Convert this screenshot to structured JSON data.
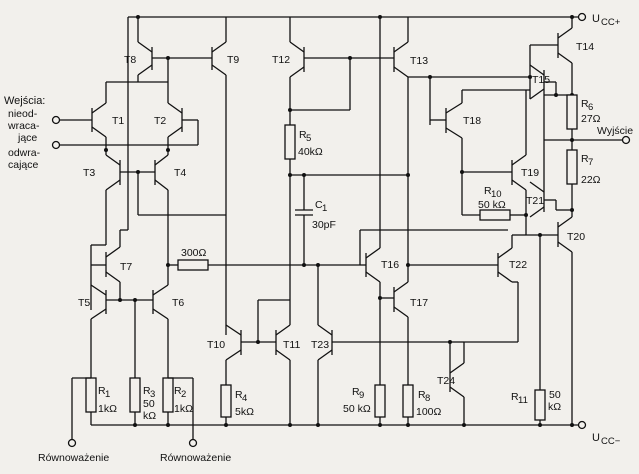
{
  "labels": {
    "vcc_plus": "U",
    "vcc_plus_sub": "CC+",
    "vcc_minus": "U",
    "vcc_minus_sub": "CC−",
    "inputs_title": "Wejścia:",
    "noninv_1": "nieod-",
    "noninv_2": "wraca-",
    "noninv_3": "jące",
    "inv_1": "odwra-",
    "inv_2": "cające",
    "output": "Wyjście",
    "balance_left": "Równoważenie",
    "balance_right": "Równoważenie"
  },
  "transistors": [
    "T1",
    "T2",
    "T3",
    "T4",
    "T5",
    "T6",
    "T7",
    "T8",
    "T9",
    "T10",
    "T11",
    "T12",
    "T13",
    "T14",
    "T15",
    "T16",
    "T17",
    "T18",
    "T19",
    "T20",
    "T21",
    "T22",
    "T23",
    "T24"
  ],
  "components": {
    "R1": {
      "name": "R",
      "sub": "1",
      "value": "1kΩ"
    },
    "R2": {
      "name": "R",
      "sub": "2",
      "value": "1kΩ"
    },
    "R3": {
      "name": "R",
      "sub": "3",
      "value1": "50",
      "value2": "kΩ"
    },
    "R4": {
      "name": "R",
      "sub": "4",
      "value": "5kΩ"
    },
    "R5": {
      "name": "R",
      "sub": "5",
      "value": "40kΩ"
    },
    "R6": {
      "name": "R",
      "sub": "6",
      "value": "27Ω"
    },
    "R7": {
      "name": "R",
      "sub": "7",
      "value": "22Ω"
    },
    "R8": {
      "name": "R",
      "sub": "8",
      "value": "100Ω"
    },
    "R9": {
      "name": "R",
      "sub": "9",
      "value": "50 kΩ"
    },
    "R10": {
      "name": "R",
      "sub": "10",
      "value": "50 kΩ"
    },
    "R11": {
      "name": "R",
      "sub": "11",
      "value1": "50",
      "value2": "kΩ"
    },
    "R300": {
      "value": "300Ω"
    },
    "C1": {
      "name": "C",
      "sub": "1",
      "value": "30pF"
    }
  }
}
